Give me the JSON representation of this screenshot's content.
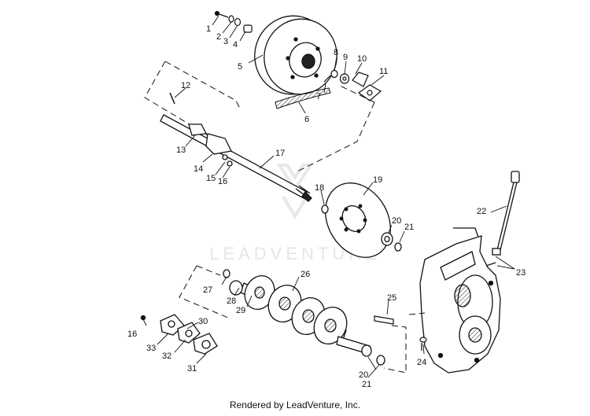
{
  "watermark": "LEADVENTURE",
  "footer": "Rendered by LeadVenture, Inc.",
  "callouts": [
    "1",
    "2",
    "3",
    "4",
    "5",
    "6",
    "7",
    "8",
    "9",
    "10",
    "11",
    "12",
    "13",
    "14",
    "15",
    "16",
    "17",
    "18",
    "19",
    "20",
    "21",
    "22",
    "23",
    "24",
    "25",
    "26",
    "27",
    "28",
    "29",
    "30",
    "31",
    "32",
    "33",
    "16",
    "20",
    "21"
  ]
}
